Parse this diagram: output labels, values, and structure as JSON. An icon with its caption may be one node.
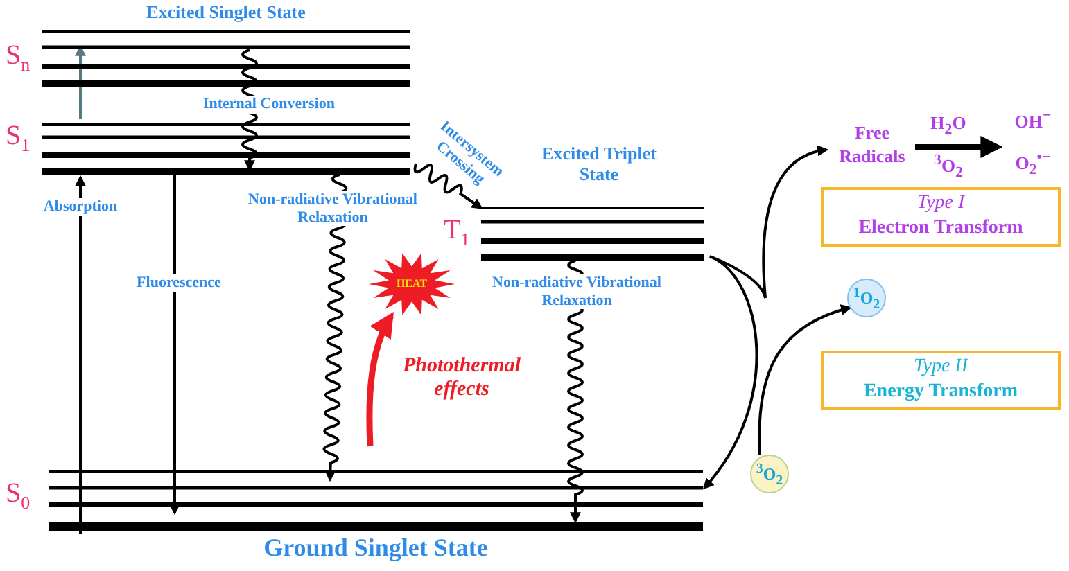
{
  "diagram": {
    "nodes": [
      {
        "text": [
          "Excited Singlet State"
        ],
        "beside": [
          "S$_{n}$"
        ]
      },
      {
        "text": [],
        "shape": "bar",
        "beside": [
          "S$_{1}$"
        ]
      },
      {
        "text": [
          "Excited Triplet State"
        ],
        "beside": [
          "T$_{1}$"
        ]
      },
      {
        "text": [
          "Ground Singlet State"
        ],
        "beside": [
          "S$_{0}$"
        ]
      },
      {
        "text": [
          "HEAT"
        ]
      },
      {
        "text": [
          "Free Radicals"
        ]
      },
      {
        "text": [
          "OH$^{−}$",
          "O$_{2}$$^{•−}$"
        ]
      },
      {
        "text": [
          "Type I",
          "Electron Transform"
        ]
      },
      {
        "text": [
          "$^{1}$O$_{2}$"
        ]
      },
      {
        "text": [
          "Type II",
          "Energy Transform"
        ]
      },
      {
        "text": [
          "$^{3}$O$_{2}$"
        ]
      }
    ],
    "edges": [
      {
        "from": 3,
        "to": 1,
        "arrow": "to",
        "label": "Absorption"
      },
      {
        "from": 1,
        "to": 0,
        "arrow": "to",
        "color": "#557a80"
      },
      {
        "from": 0,
        "to": 1,
        "arrow": "to",
        "label": "Internal Conversion"
      },
      {
        "from": 1,
        "to": 3,
        "arrow": "to",
        "label": "Fluorescence"
      },
      {
        "from": 1,
        "to": 3,
        "arrow": "to",
        "label": "Non-radiative Vibrational Relaxation"
      },
      {
        "from": 1,
        "to": 2,
        "arrow": "to",
        "label": "Intersystem Crossing"
      },
      {
        "from": null,
        "to": 4,
        "arrow": "to",
        "label": "Photothermal effects",
        "style": "thick",
        "color": "#ee1c25"
      },
      {
        "from": 2,
        "to": 3,
        "arrow": "to",
        "label": "Non-radiative Vibrational Relaxation"
      },
      {
        "from": 2,
        "to": 3,
        "arrow": "to"
      },
      {
        "from": 2,
        "to": 5,
        "arrow": "to"
      },
      {
        "from": 10,
        "to": 8,
        "arrow": "to"
      },
      {
        "from": 5,
        "to": 6,
        "arrow": "to",
        "label": "H$_{2}$O",
        "style": "thick"
      }
    ],
    "labels": [
      "$^{3}$O$_{2}$"
    ]
  }
}
